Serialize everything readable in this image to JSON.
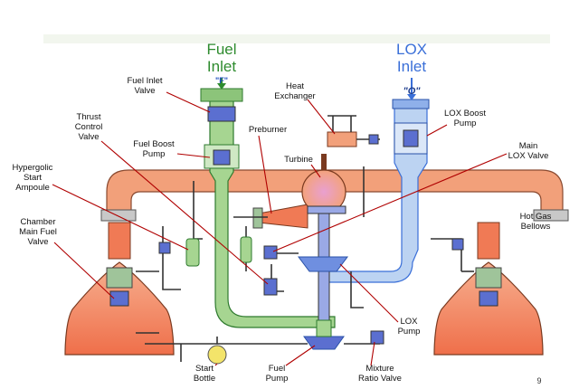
{
  "colors": {
    "fuel": "#2e8b2e",
    "fuel_fill": "#a6d591",
    "lox": "#3a6fd8",
    "lox_fill": "#bcd3f2",
    "hot_gas": "#f2a07a",
    "nozzle": "#f07a55",
    "leader": "#b00000"
  },
  "inlets": {
    "fuel": {
      "line1": "Fuel",
      "line2": "Inlet",
      "tag": "\"F\""
    },
    "lox": {
      "line1": "LOX",
      "line2": "Inlet",
      "tag": "\"O\""
    }
  },
  "labels": {
    "fuel_inlet_valve": [
      "Fuel Inlet",
      "Valve"
    ],
    "thrust_control_valve": [
      "Thrust",
      "Control",
      "Valve"
    ],
    "hypergolic_start_ampoule": [
      "Hypergolic",
      "Start",
      "Ampoule"
    ],
    "chamber_main_fuel_valve": [
      "Chamber",
      "Main Fuel",
      "Valve"
    ],
    "fuel_boost_pump": [
      "Fuel Boost",
      "Pump"
    ],
    "heat_exchanger": [
      "Heat",
      "Exchanger"
    ],
    "preburner": [
      "Preburner"
    ],
    "turbine": [
      "Turbine"
    ],
    "lox_boost_pump": [
      "LOX Boost",
      "Pump"
    ],
    "main_lox_valve": [
      "Main",
      "LOX Valve"
    ],
    "hot_gas_bellows": [
      "Hot Gas",
      "Bellows"
    ],
    "lox_pump": [
      "LOX",
      "Pump"
    ],
    "start_bottle": [
      "Start",
      "Bottle"
    ],
    "fuel_pump": [
      "Fuel",
      "Pump"
    ],
    "mixture_ratio_valve": [
      "Mixture",
      "Ratio Valve"
    ]
  },
  "page_number": "9"
}
